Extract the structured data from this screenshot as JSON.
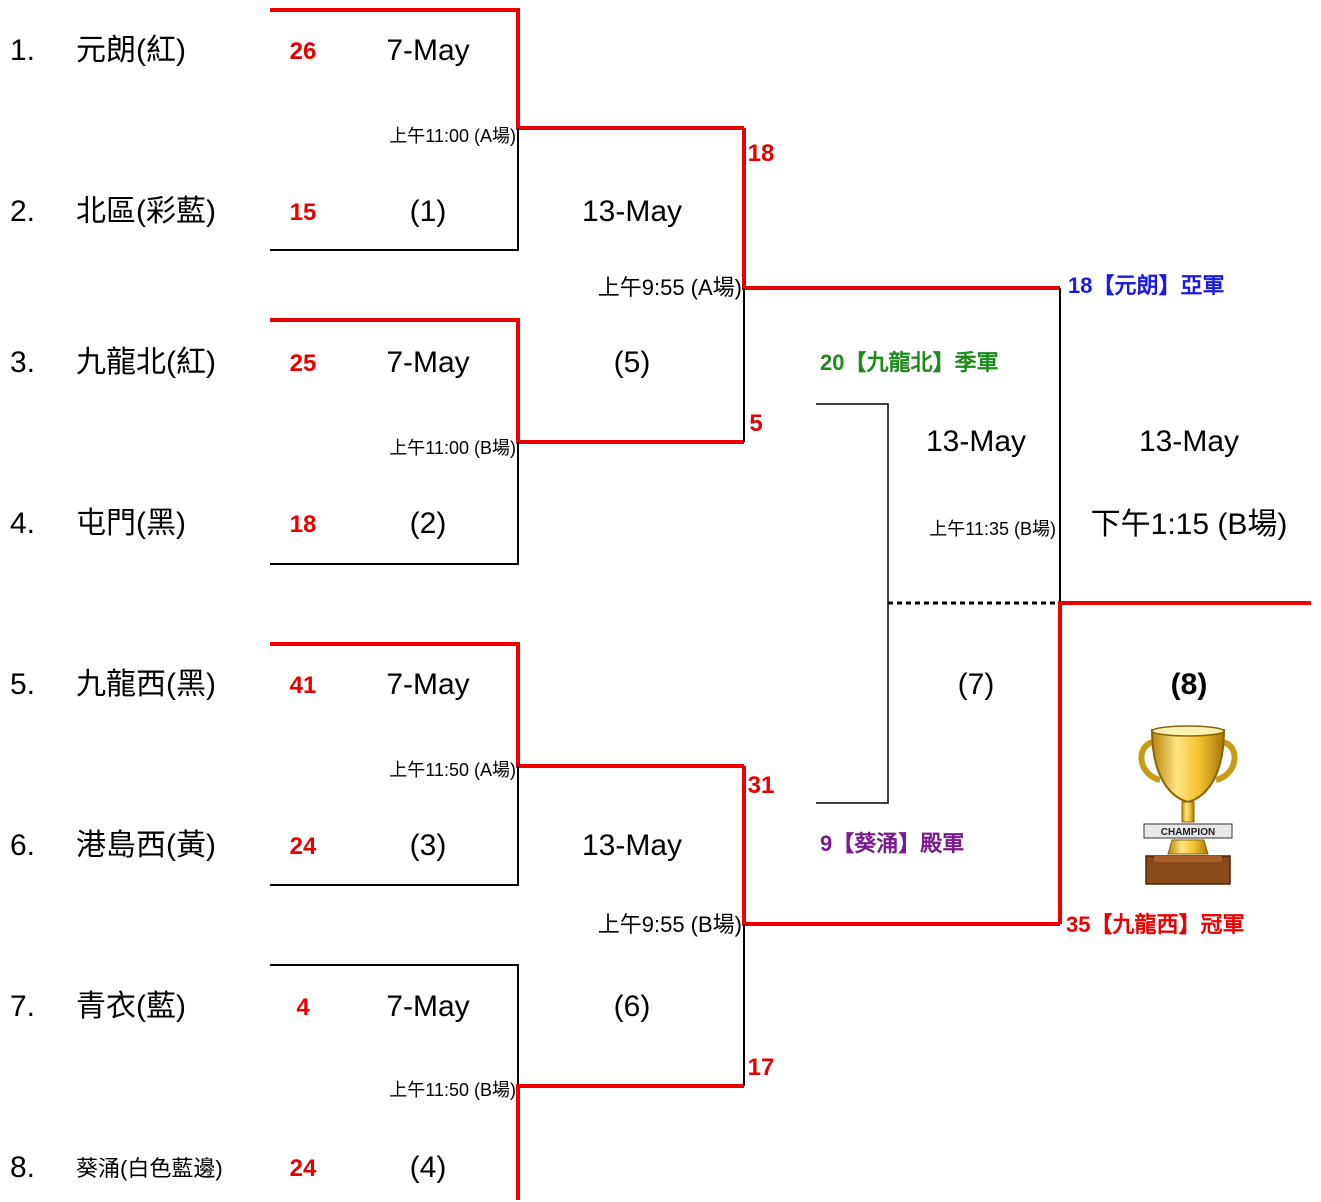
{
  "teams": [
    {
      "seed": "1.",
      "name": "元朗(紅)",
      "score": "26"
    },
    {
      "seed": "2.",
      "name": "北區(彩藍)",
      "score": "15"
    },
    {
      "seed": "3.",
      "name": "九龍北(紅)",
      "score": "25"
    },
    {
      "seed": "4.",
      "name": "屯門(黑)",
      "score": "18"
    },
    {
      "seed": "5.",
      "name": "九龍西(黑)",
      "score": "41"
    },
    {
      "seed": "6.",
      "name": "港島西(黃)",
      "score": "24"
    },
    {
      "seed": "7.",
      "name": "青衣(藍)",
      "score": "4"
    },
    {
      "seed": "8.",
      "name": "葵涌(白色藍邊)",
      "score": "24"
    }
  ],
  "round1": [
    {
      "date": "7-May",
      "time": "上午11:00 (A場)",
      "num": "(1)"
    },
    {
      "date": "7-May",
      "time": "上午11:00 (B場)",
      "num": "(2)"
    },
    {
      "date": "7-May",
      "time": "上午11:50 (A場)",
      "num": "(3)"
    },
    {
      "date": "7-May",
      "time": "上午11:50 (B場)",
      "num": "(4)"
    }
  ],
  "round2": [
    {
      "date": "13-May",
      "time": "上午9:55 (A場)",
      "num": "(5)",
      "score_top": "18",
      "score_bottom": "5"
    },
    {
      "date": "13-May",
      "time": "上午9:55 (B場)",
      "num": "(6)",
      "score_top": "31",
      "score_bottom": "17"
    }
  ],
  "third_place": {
    "date": "13-May",
    "time": "上午11:35 (B場)",
    "num": "(7)",
    "third_label": "20【九龍北】季軍",
    "fourth_label": "9【葵涌】殿軍"
  },
  "final": {
    "date": "13-May",
    "time": "下午1:15 (B場)",
    "num": "(8)",
    "runner_up_label": "18【元朗】亞軍",
    "champion_label": "35【九龍西】冠軍",
    "trophy_text": "CHAMPION"
  },
  "colors": {
    "win_line": "#ee0000",
    "normal_line": "#000000",
    "score": "#e80000",
    "runner_up": "#1a1ae6",
    "third": "#1e8a1e",
    "fourth": "#7a1a8c",
    "champion": "#ee0000"
  }
}
